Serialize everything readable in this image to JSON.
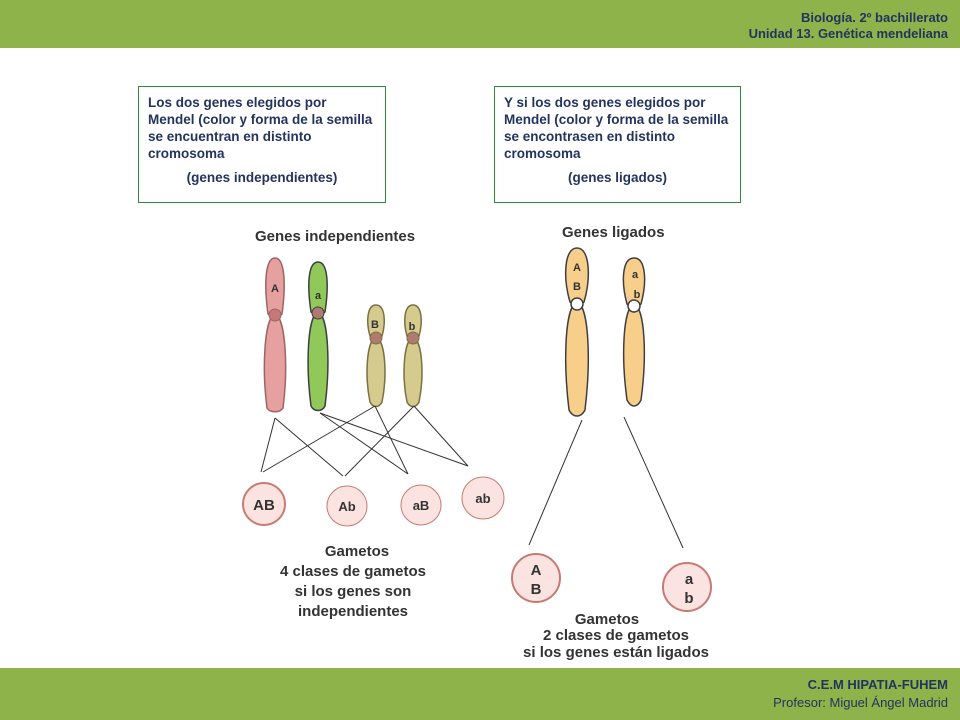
{
  "header": {
    "line1": "Biología. 2º bachillerato",
    "line2": "Unidad 13. Genética mendeliana"
  },
  "footer": {
    "line1": "C.E.M HIPATIA-FUHEM",
    "line2": "Profesor: Miguel Ángel Madrid"
  },
  "left_box": {
    "text": "Los dos genes elegidos por Mendel (color y forma de la semilla se encuentran en distinto cromosoma",
    "sub": "(genes independientes)"
  },
  "right_box": {
    "text": "Y si los dos genes elegidos por Mendel (color y forma de la semilla se encontrasen en distinto cromosoma",
    "sub": "(genes ligados)"
  },
  "left_diagram": {
    "title": "Genes independientes",
    "allele_A": "A",
    "allele_a": "a",
    "allele_B": "B",
    "allele_b": "b",
    "gametes": [
      "AB",
      "Ab",
      "aB",
      "ab"
    ],
    "caption1": "Gametos",
    "caption2": "4 clases de gametos",
    "caption3": "si los genes son",
    "caption4": "independientes"
  },
  "right_diagram": {
    "title": "Genes ligados",
    "chrom1_top": "A",
    "chrom1_bottom": "B",
    "chrom2_top": "a",
    "chrom2_bottom": "b",
    "gamete1_top": "A",
    "gamete1_bottom": "B",
    "gamete2_top": "a",
    "gamete2_bottom": "b",
    "caption1": "Gametos",
    "caption2": "2 clases de gametos",
    "caption3": "si los genes están ligados"
  },
  "colors": {
    "bar_green": "#8db34a",
    "text_navy": "#23345e",
    "box_border": "#2e8b3a",
    "chrom_pink": "#e7a0a0",
    "chrom_green": "#90c95a",
    "chrom_khaki": "#d6cb8f",
    "chrom_orange": "#f8cf8a",
    "gamete_fill": "#fbe3e1"
  }
}
